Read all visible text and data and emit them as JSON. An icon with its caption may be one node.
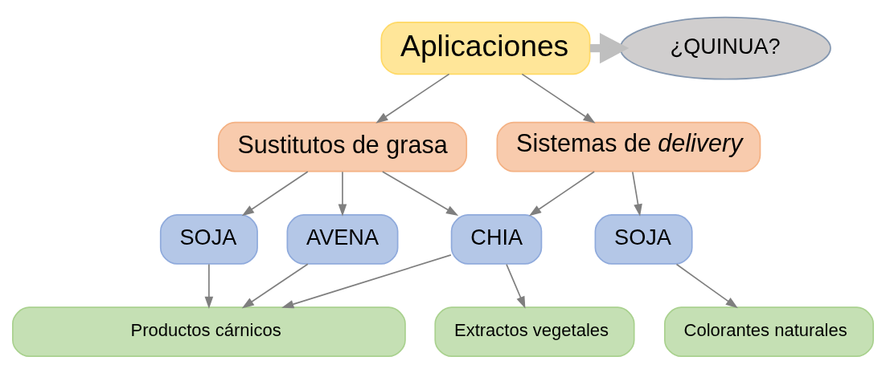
{
  "diagram": {
    "nodes": [
      {
        "text": [
          "Aplicaciones"
        ]
      },
      {
        "text": [
          "¿QUINUA?"
        ]
      },
      {
        "text": [
          "Sustitutos de grasa"
        ]
      },
      {
        "text": [
          "Sistemas de *delivery*"
        ]
      },
      {
        "text": [
          "SOJA"
        ]
      },
      {
        "text": [
          "AVENA"
        ]
      },
      {
        "text": [
          "CHIA"
        ]
      },
      {
        "text": [
          "SOJA"
        ]
      },
      {
        "text": [
          "Productos cárnicos"
        ]
      },
      {
        "text": [
          "Extractos vegetales"
        ]
      },
      {
        "text": [
          "Colorantes naturales"
        ]
      }
    ],
    "edges": [
      {
        "from": 0,
        "to": 1,
        "arrow": "to",
        "style": "thick",
        "color": "#bfbfbf"
      },
      {
        "from": 0,
        "to": 2,
        "arrow": "to"
      },
      {
        "from": 0,
        "to": 3,
        "arrow": "to"
      },
      {
        "from": 2,
        "to": 4,
        "arrow": "to"
      },
      {
        "from": 2,
        "to": 5,
        "arrow": "to"
      },
      {
        "from": 2,
        "to": 6,
        "arrow": "to"
      },
      {
        "from": 3,
        "to": 6,
        "arrow": "to"
      },
      {
        "from": 3,
        "to": 7,
        "arrow": "to"
      },
      {
        "from": 4,
        "to": 8,
        "arrow": "to"
      },
      {
        "from": 5,
        "to": 8,
        "arrow": "to"
      },
      {
        "from": 6,
        "to": 8,
        "arrow": "to"
      },
      {
        "from": 6,
        "to": 9,
        "arrow": "to"
      },
      {
        "from": 7,
        "to": 10,
        "arrow": "to"
      }
    ]
  }
}
